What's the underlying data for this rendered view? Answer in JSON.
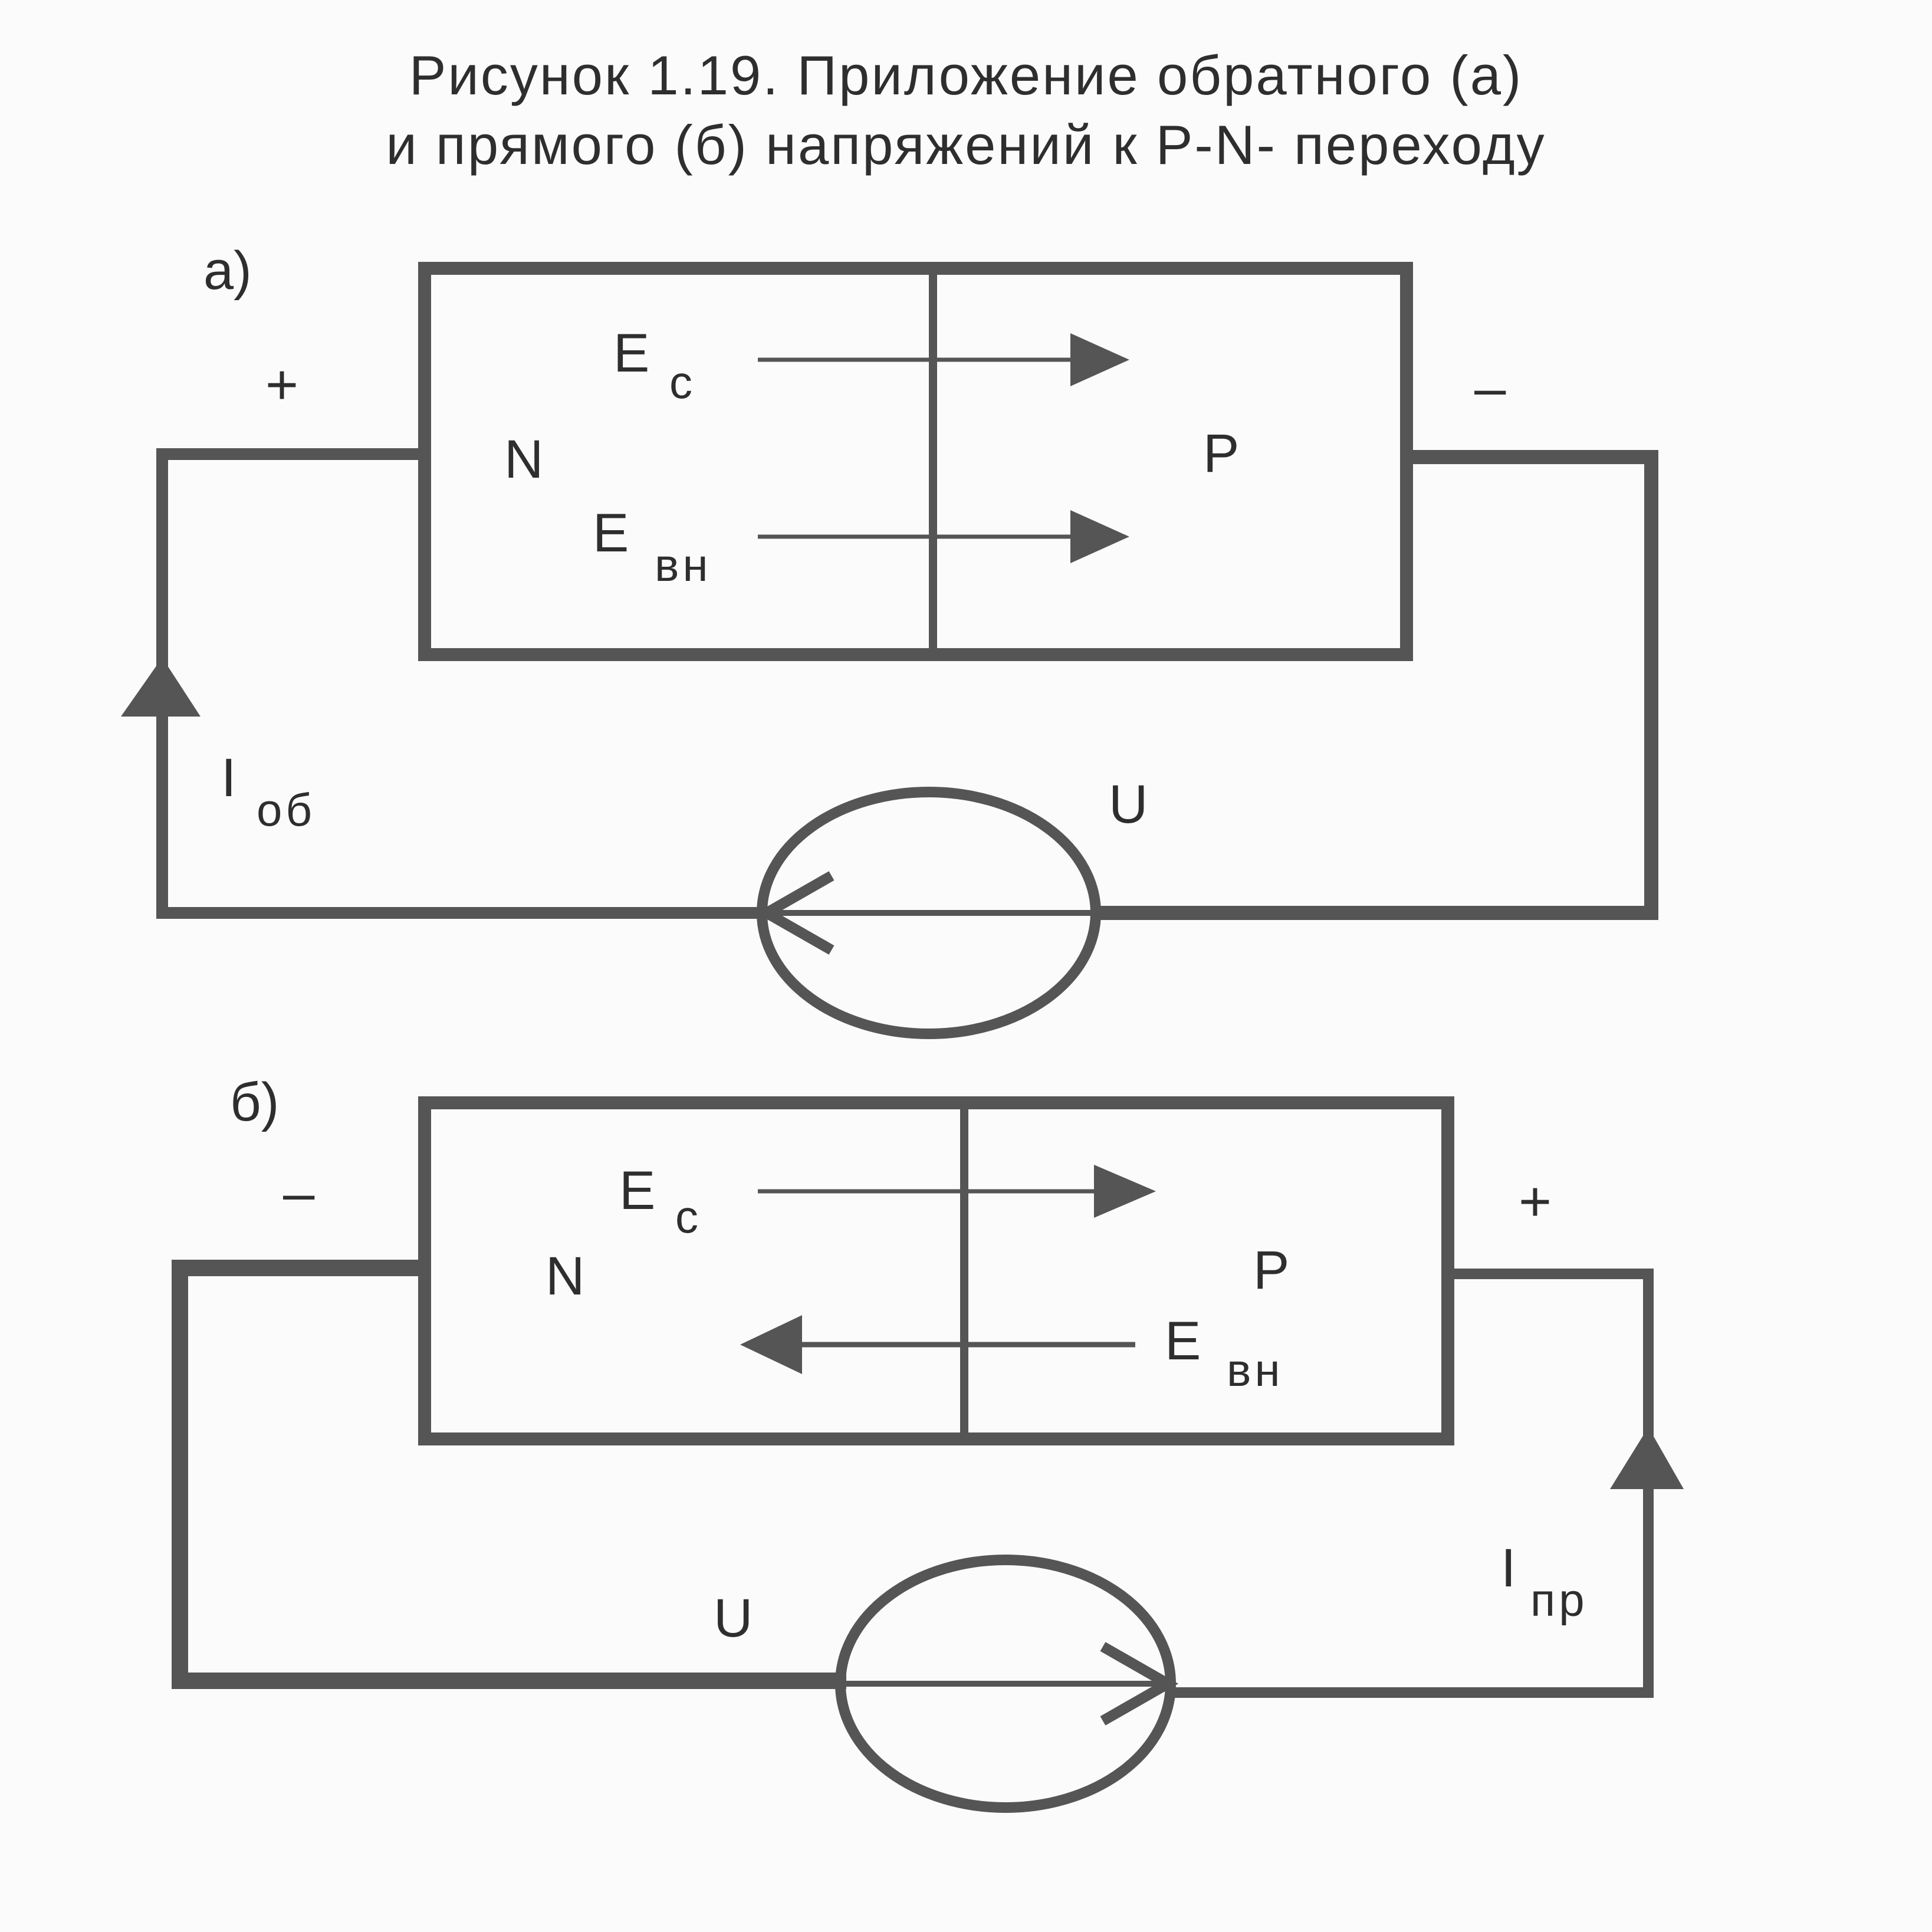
{
  "caption": {
    "line1": "Рисунок 1.19. Приложение обратного (а)",
    "line2": "и прямого (б) напряжений к P-N- переходу"
  },
  "panel_a": {
    "label": "а)",
    "n_label": "N",
    "p_label": "P",
    "left_terminal_sign": "+",
    "right_terminal_sign": "–",
    "ec_main": "E",
    "ec_sub": "c",
    "evn_main": "E",
    "evn_sub": "вн",
    "current_main": "I",
    "current_sub": "об",
    "source_label": "U"
  },
  "panel_b": {
    "label": "б)",
    "n_label": "N",
    "p_label": "P",
    "left_terminal_sign": "–",
    "right_terminal_sign": "+",
    "ec_main": "E",
    "ec_sub": "c",
    "evn_main": "E",
    "evn_sub": "вн",
    "current_main": "I",
    "current_sub": "пр",
    "source_label": "U"
  },
  "colors": {
    "ink": "#555555",
    "text": "#2e2e2e",
    "paper": "#fbfbfb"
  }
}
